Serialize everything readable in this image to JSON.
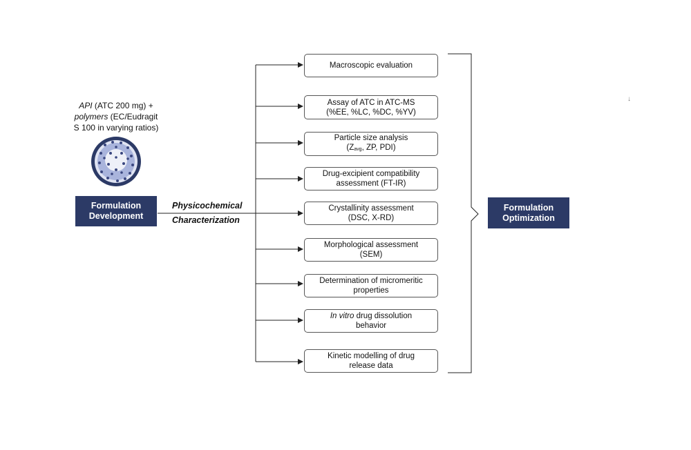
{
  "api_label": {
    "api": "API",
    "atc": " (ATC 200 mg) +",
    "polymers": "polymers",
    "polymers_rest": " (EC/Eudragit",
    "line3": "S 100 in varying ratios)"
  },
  "formulation_development": {
    "line1": "Formulation",
    "line2": "Development"
  },
  "physicochemical": {
    "line1": "Physicochemical",
    "line2": "Characterization"
  },
  "formulation_optimization": {
    "line1": "Formulation",
    "line2": "Optimization"
  },
  "steps": {
    "s1": {
      "line1": "Macroscopic evaluation"
    },
    "s2": {
      "line1": "Assay of ATC in ATC-MS",
      "line2": "(%EE, %LC, %DC, %YV)"
    },
    "s3": {
      "line1": "Particle size analysis",
      "z": "Z",
      "sub": "avg",
      "rest": ", ZP, PDI)",
      "open": "("
    },
    "s4": {
      "line1": "Drug-excipient compatibility",
      "line2": "assessment (FT-IR)"
    },
    "s5": {
      "line1": "Crystallinity assessment",
      "line2": "(DSC, X-RD)"
    },
    "s6": {
      "line1": "Morphological assessment",
      "line2": "(SEM)"
    },
    "s7": {
      "line1": "Determination of micromeritic",
      "line2": "properties"
    },
    "s8": {
      "italic": "In vitro",
      "rest": " drug dissolution",
      "line2": "behavior"
    },
    "s9": {
      "line1": "Kinetic modelling of drug",
      "line2": "release data"
    }
  },
  "stray_mark": "↓",
  "colors": {
    "navy": "#2c3a66",
    "particle_outer": "#2c3a66",
    "particle_inner": "#a9b4dc"
  }
}
